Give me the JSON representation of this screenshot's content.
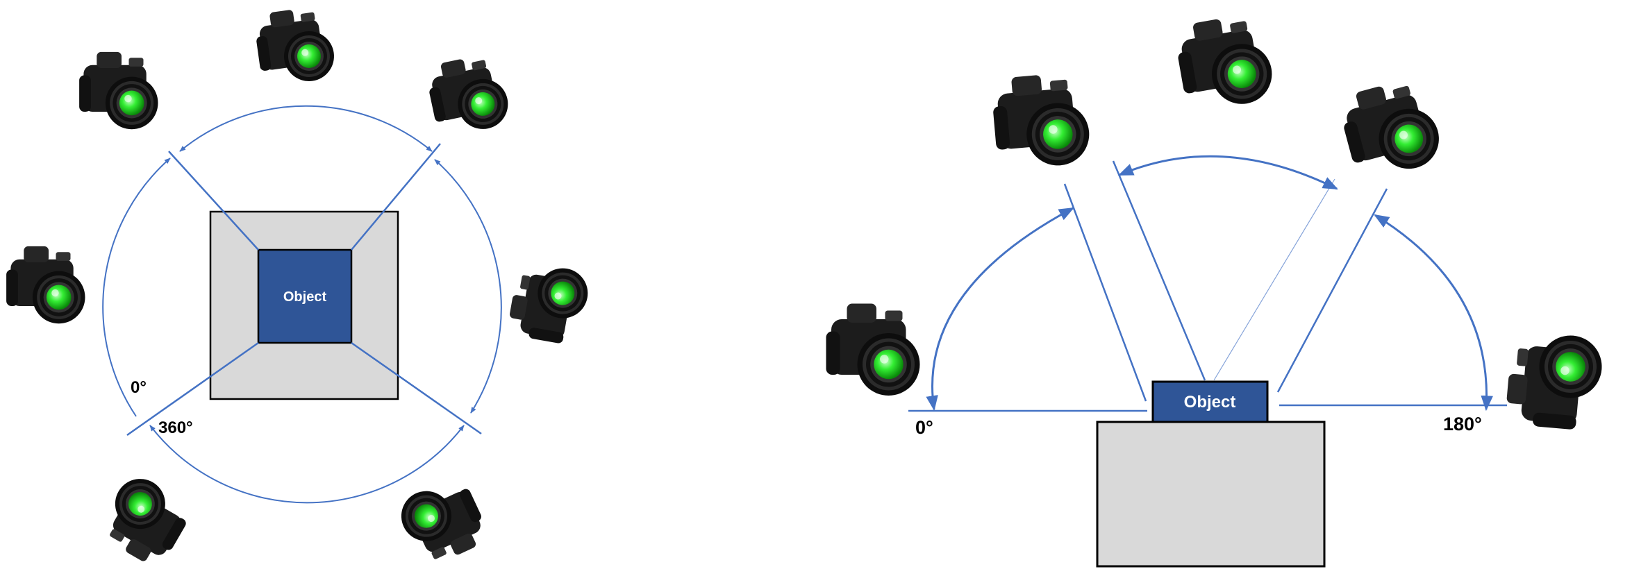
{
  "left_view": {
    "object_label": "Object",
    "angle_start_label": "0°",
    "angle_end_label": "360°"
  },
  "right_view": {
    "object_label": "Object",
    "angle_start_label": "0°",
    "angle_end_label": "180°"
  },
  "colors": {
    "line": "#4472c4",
    "object_fill": "#2f5597",
    "platform_fill": "#d9d9d9",
    "camera_body": "#1a1a1a",
    "lens_glass": "#22dd22"
  },
  "icons": [
    "camera-icon"
  ]
}
